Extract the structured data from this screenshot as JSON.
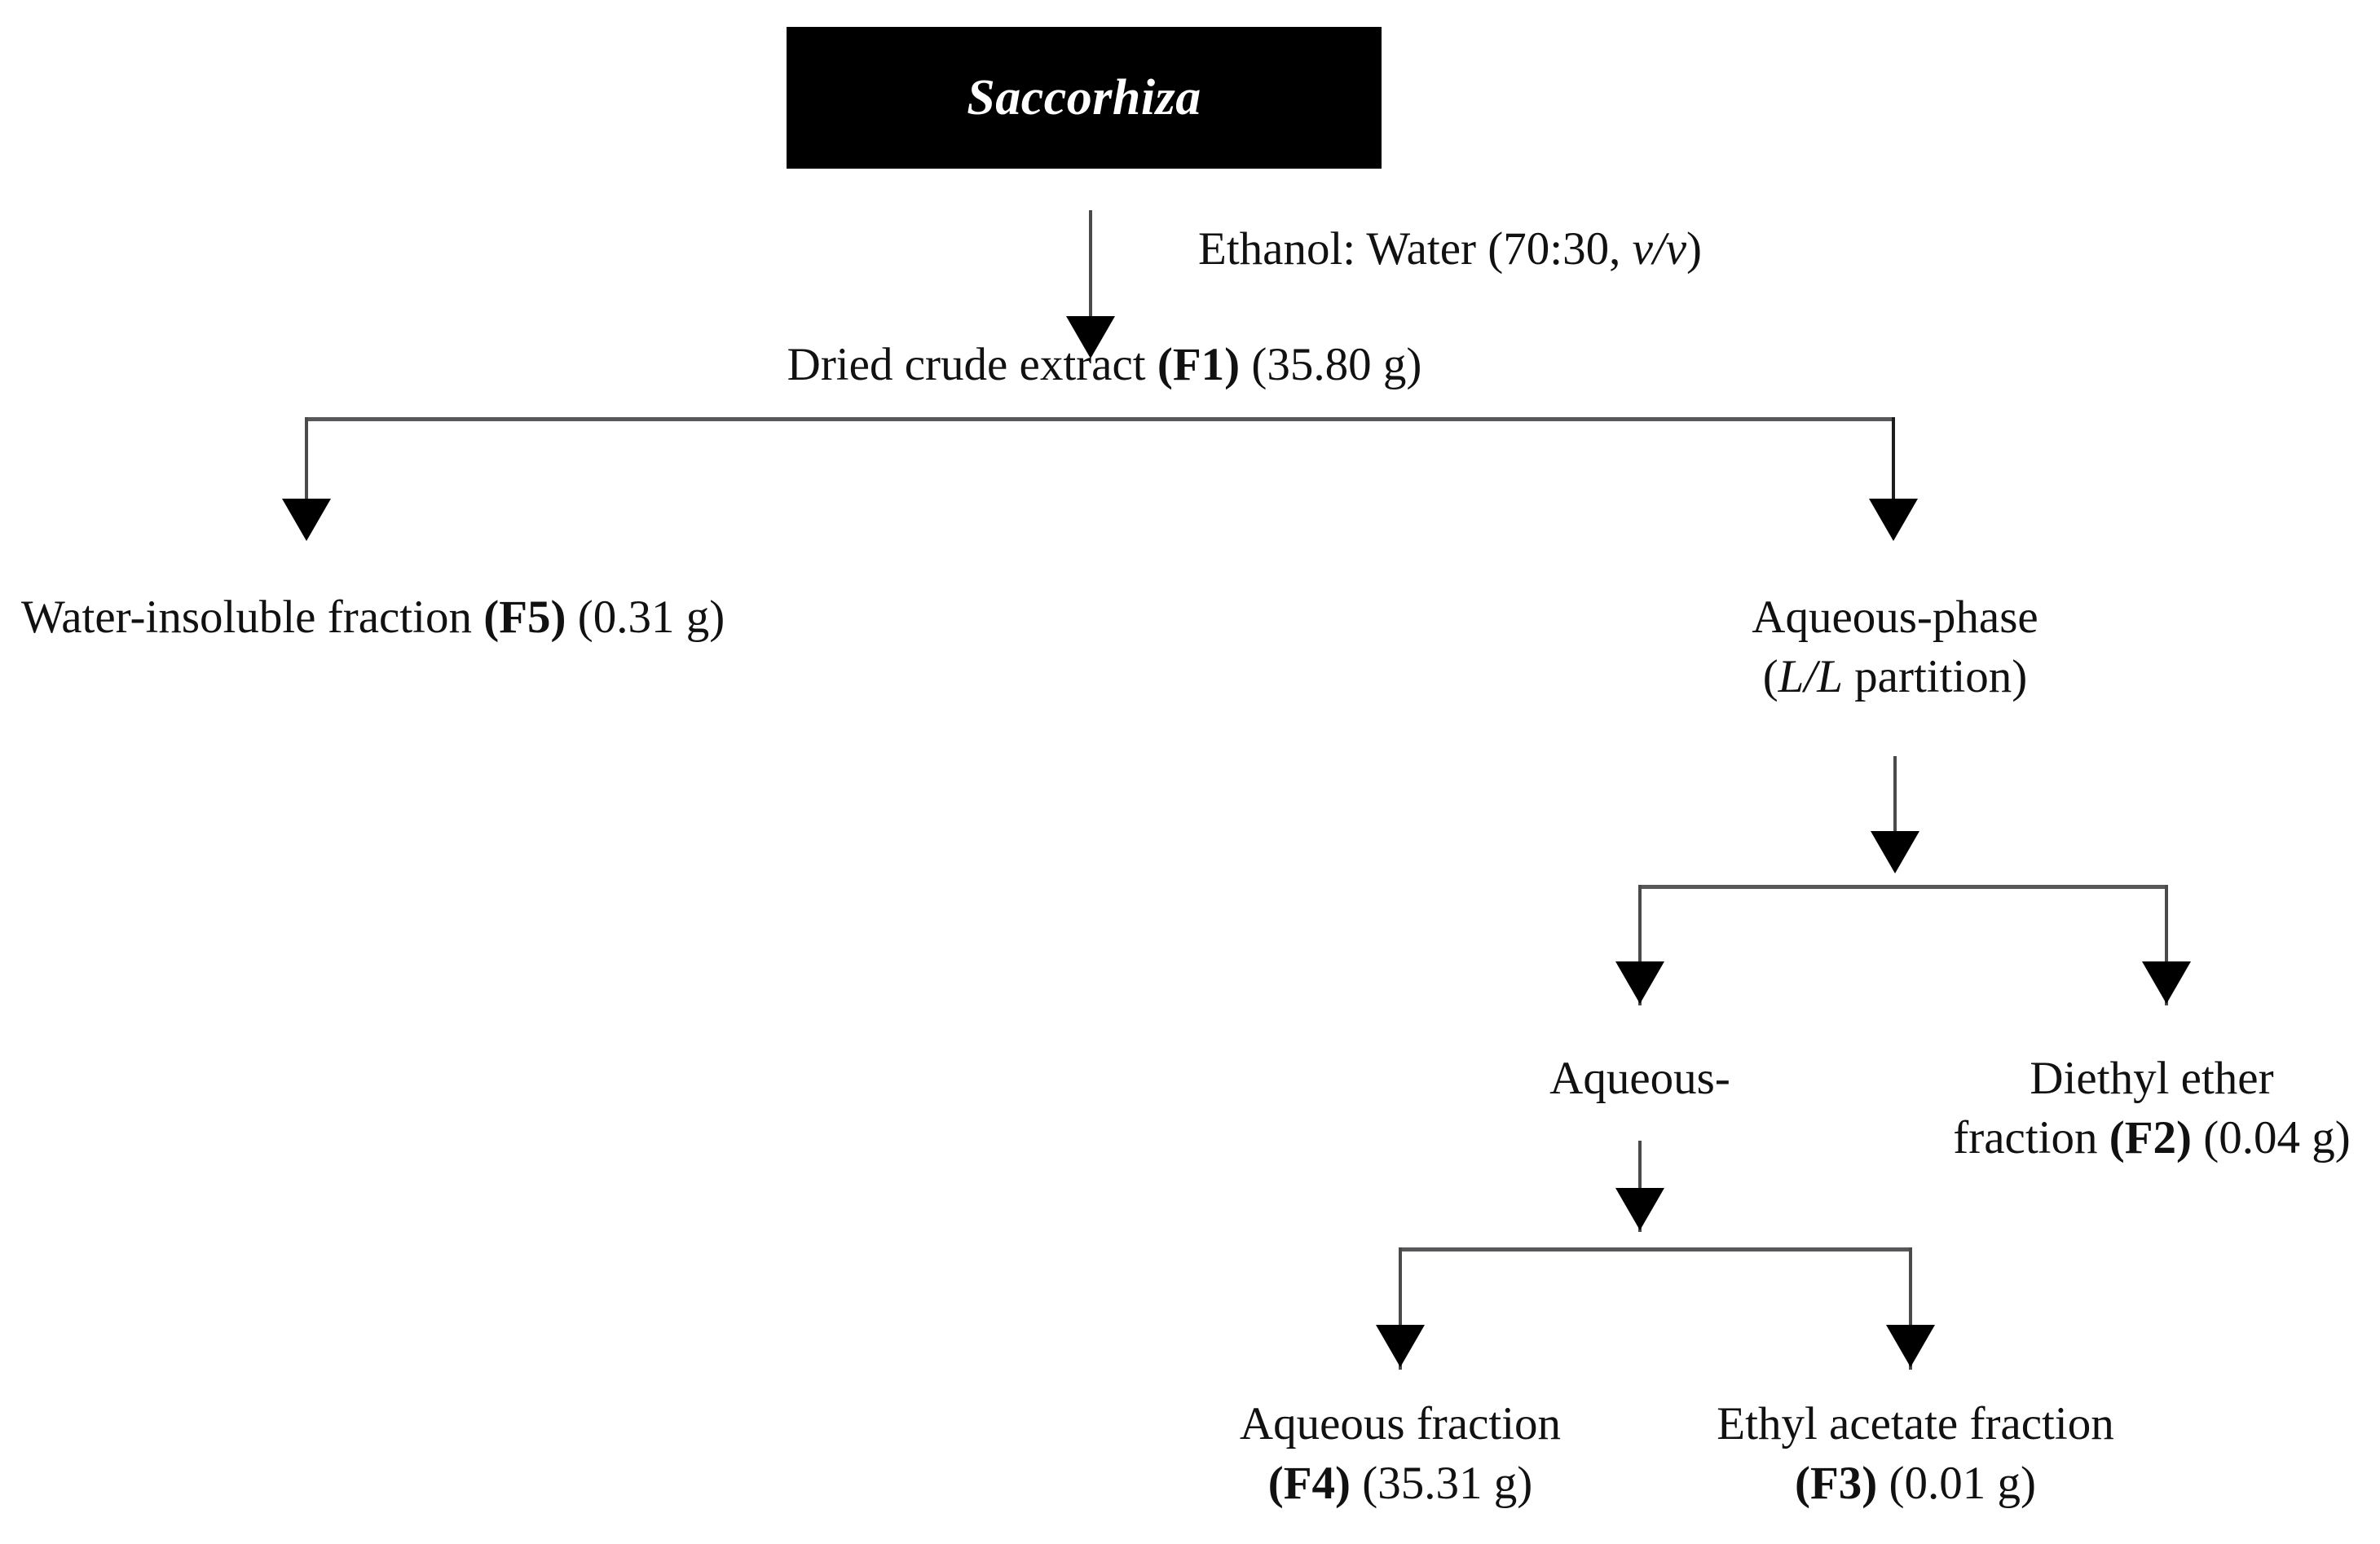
{
  "diagram": {
    "title": "Saccorhiza extraction and liquid-liquid partition scheme",
    "type": "flowchart",
    "background_color": "#ffffff",
    "line_color": "#58585a",
    "text_color": "#111111",
    "root_box_fill": "#000000",
    "root_box_text_color": "#ffffff"
  },
  "nodes": {
    "root": {
      "label": "Saccorhiza",
      "style": "black-box-white-italic-bold"
    },
    "solvent_label": {
      "prefix": "Ethanol:  Water (70:30, ",
      "italic": "v/v",
      "suffix": ")"
    },
    "crude_extract": {
      "prefix": "Dried crude extract ",
      "code": "(F1)",
      "suffix": " (35.80 g)"
    },
    "water_insoluble": {
      "prefix": "Water-insoluble  fraction ",
      "code": "(F5)",
      "suffix": " (0.31 g)"
    },
    "aqueous_phase": {
      "line1": "Aqueous-phase",
      "line2_open": "(",
      "line2_italic": "L/L",
      "line2_rest": " partition)"
    },
    "aqueous_intermediate": {
      "label": "Aqueous-"
    },
    "diethyl_ether": {
      "line1": "Diethyl ether",
      "line2_prefix": "fraction ",
      "line2_code": "(F2)",
      "line2_suffix": " (0.04 g)"
    },
    "aqueous_fraction": {
      "line1": "Aqueous fraction",
      "line2_code": "(F4)",
      "line2_suffix": " (35.31 g)"
    },
    "ethyl_acetate_fraction": {
      "line1": "Ethyl acetate fraction",
      "line2_code": "(F3)",
      "line2_suffix": " (0.01 g)"
    }
  },
  "fractions": [
    {
      "code": "F1",
      "name": "Dried crude extract",
      "mass": "35.80 g"
    },
    {
      "code": "F2",
      "name": "Diethyl ether fraction",
      "mass": "0.04 g"
    },
    {
      "code": "F3",
      "name": "Ethyl acetate fraction",
      "mass": "0.01 g"
    },
    {
      "code": "F4",
      "name": "Aqueous fraction",
      "mass": "35.31 g"
    },
    {
      "code": "F5",
      "name": "Water-insoluble fraction",
      "mass": "0.31 g"
    }
  ]
}
